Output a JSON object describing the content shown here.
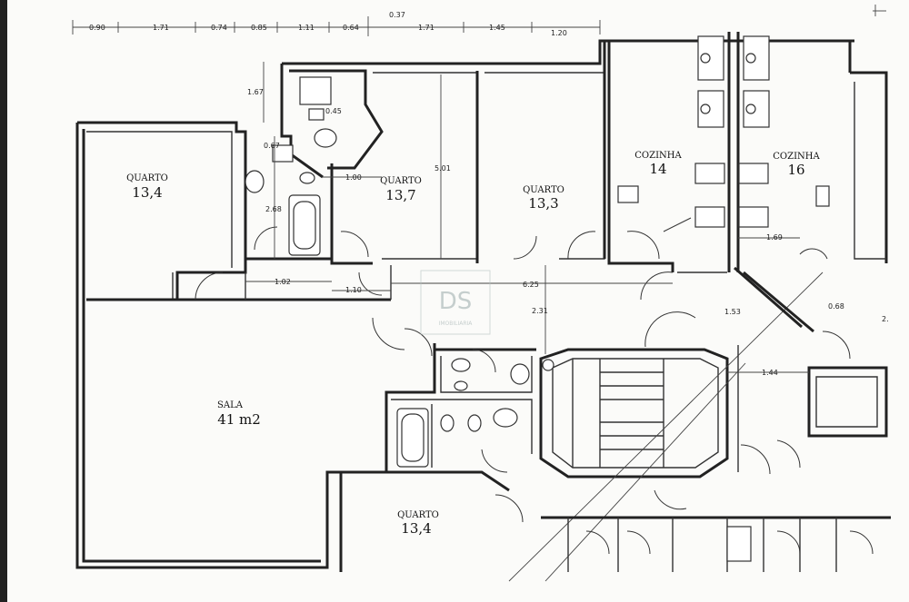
{
  "rooms": [
    {
      "id": "quarto-a",
      "name": "QUARTO",
      "area": "13,4"
    },
    {
      "id": "quarto-b",
      "name": "QUARTO",
      "area": "13,7"
    },
    {
      "id": "quarto-c",
      "name": "QUARTO",
      "area": "13,3"
    },
    {
      "id": "cozinha-a",
      "name": "COZINHA",
      "area": "14"
    },
    {
      "id": "cozinha-b",
      "name": "COZINHA",
      "area": "16"
    },
    {
      "id": "sala",
      "name": "SALA",
      "area": "41 m2"
    },
    {
      "id": "quarto-d",
      "name": "QUARTO",
      "area": "13,4"
    }
  ],
  "top_dimensions": [
    "0.90",
    "1.71",
    "0.74",
    "0.85",
    "1.11",
    "0.64",
    "1.71",
    "1.45",
    "1.20"
  ],
  "extra_dimensions": [
    "0.37",
    "1.67",
    "0.45",
    "0.67",
    "1.00",
    "5.01",
    "2.68",
    "1.02",
    "1.10",
    "6.25",
    "2.31",
    "1.69",
    "1.53",
    "0.68",
    "1.44",
    "2."
  ],
  "watermark": {
    "logo": "DS",
    "sub": "IMOBILIÁRIA"
  },
  "colors": {
    "wall": "#222222",
    "paper": "#fbfbf9",
    "watermark": "#99aaaa"
  }
}
